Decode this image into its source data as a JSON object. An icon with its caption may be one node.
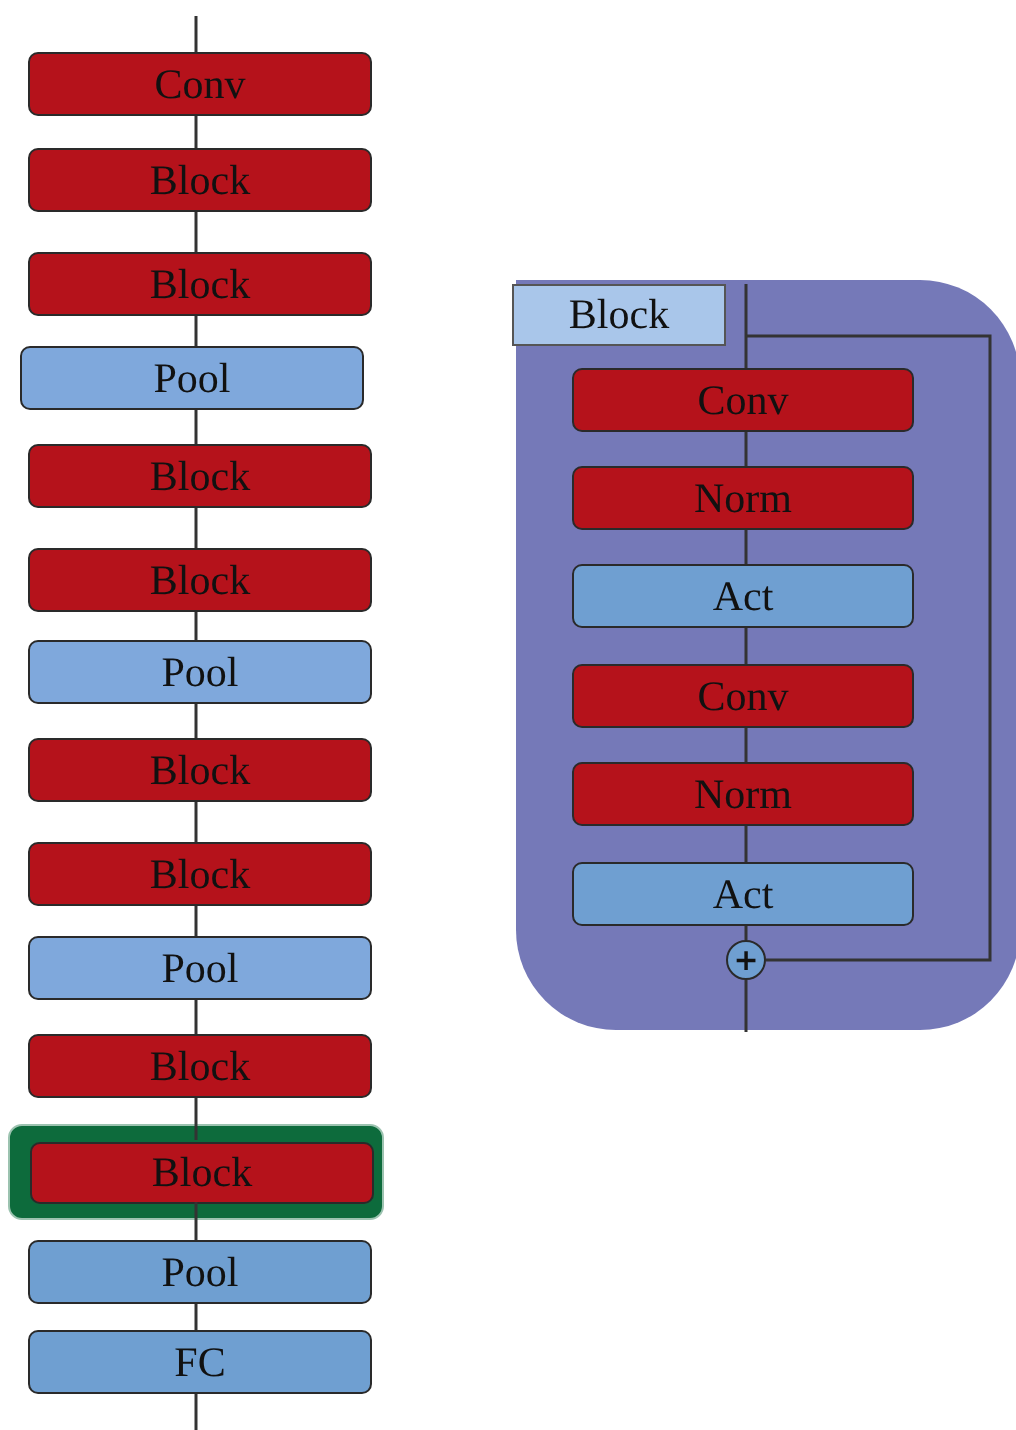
{
  "diagram": {
    "nodes": [
      {
        "text": [
          "Conv"
        ]
      },
      {
        "text": [
          "Block"
        ]
      },
      {
        "text": [
          "Block"
        ]
      },
      {
        "text": [
          "Pool"
        ]
      },
      {
        "text": [
          "Block"
        ]
      },
      {
        "text": [
          "Block"
        ]
      },
      {
        "text": [
          "Pool"
        ]
      },
      {
        "text": [
          "Block"
        ]
      },
      {
        "text": [
          "Block"
        ]
      },
      {
        "text": [
          "Pool"
        ]
      },
      {
        "text": [
          "Block"
        ]
      },
      {
        "text": [],
        "shape": "box"
      },
      {
        "text": [
          "Block"
        ],
        "in": 11
      },
      {
        "text": [
          "Pool"
        ]
      },
      {
        "text": [
          "FC"
        ]
      },
      {
        "text": [
          "Block"
        ]
      },
      {
        "text": [
          "Conv"
        ],
        "in": 15
      },
      {
        "text": [
          "Norm"
        ],
        "in": 15
      },
      {
        "text": [
          "Act"
        ],
        "in": 15
      },
      {
        "text": [
          "Conv"
        ],
        "in": 15
      },
      {
        "text": [
          "Norm"
        ],
        "in": 15
      },
      {
        "text": [
          "Act"
        ],
        "in": 15
      },
      {
        "text": [
          "+"
        ],
        "in": 15
      }
    ],
    "edges": [
      {
        "from": null,
        "to": 0,
        "arrow": "none"
      },
      {
        "from": 0,
        "to": 1,
        "arrow": "none"
      },
      {
        "from": 1,
        "to": 2,
        "arrow": "none"
      },
      {
        "from": 2,
        "to": 3,
        "arrow": "none"
      },
      {
        "from": 3,
        "to": 4,
        "arrow": "none"
      },
      {
        "from": 4,
        "to": 5,
        "arrow": "none"
      },
      {
        "from": 5,
        "to": 6,
        "arrow": "none"
      },
      {
        "from": 6,
        "to": 7,
        "arrow": "none"
      },
      {
        "from": 7,
        "to": 8,
        "arrow": "none"
      },
      {
        "from": 8,
        "to": 9,
        "arrow": "none"
      },
      {
        "from": 9,
        "to": 10,
        "arrow": "none"
      },
      {
        "from": 10,
        "to": 12,
        "arrow": "none"
      },
      {
        "from": 12,
        "to": 13,
        "arrow": "none"
      },
      {
        "from": 13,
        "to": 14,
        "arrow": "none"
      },
      {
        "from": 14,
        "to": null,
        "arrow": "none"
      },
      {
        "from": null,
        "to": 16,
        "arrow": "none"
      },
      {
        "from": 16,
        "to": 17,
        "arrow": "none"
      },
      {
        "from": 17,
        "to": 18,
        "arrow": "none"
      },
      {
        "from": 18,
        "to": 19,
        "arrow": "none"
      },
      {
        "from": 19,
        "to": 20,
        "arrow": "none"
      },
      {
        "from": 20,
        "to": 21,
        "arrow": "none"
      },
      {
        "from": 21,
        "to": 22,
        "arrow": "none"
      },
      {
        "from": 22,
        "to": null,
        "arrow": "none"
      },
      {
        "from": null,
        "to": 22,
        "arrow": "none"
      }
    ]
  }
}
